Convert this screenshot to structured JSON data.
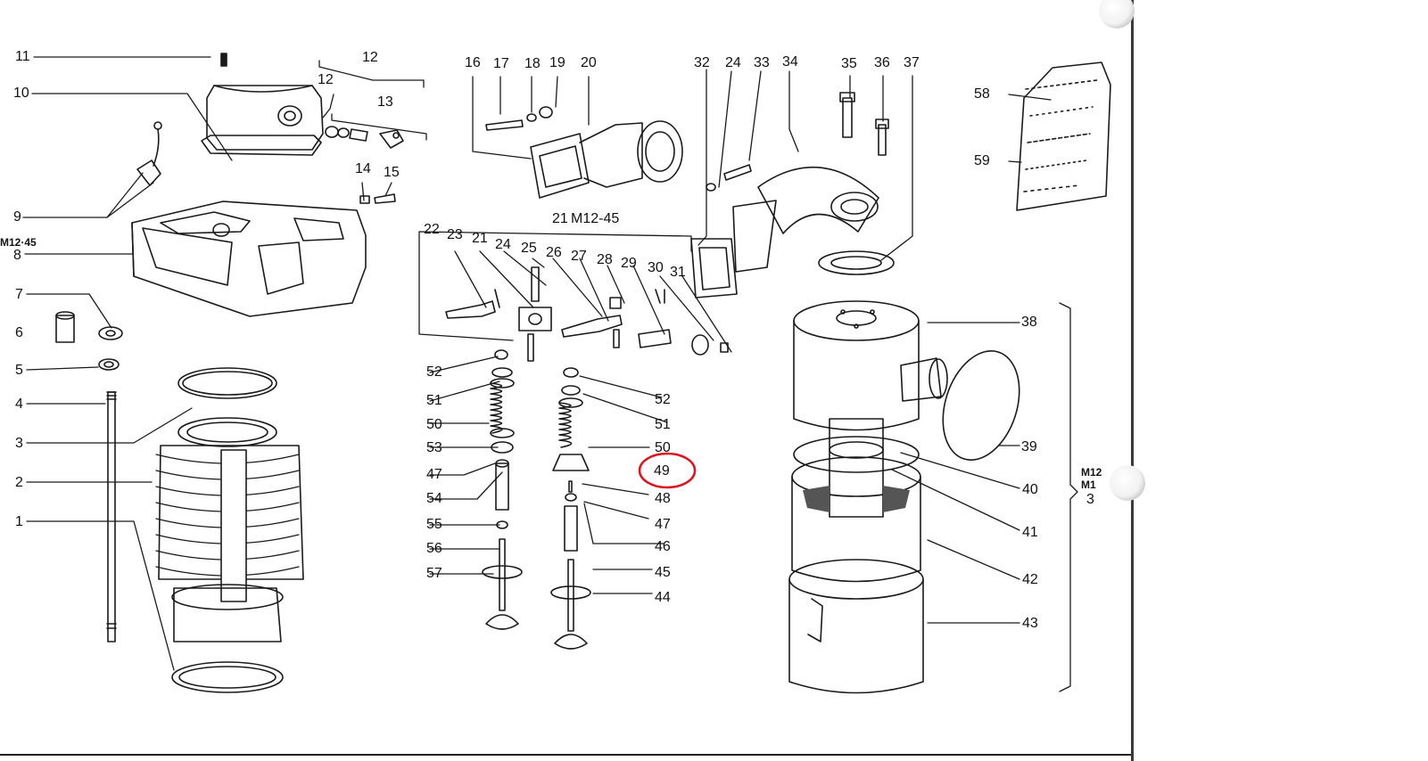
{
  "callouts": {
    "c1": "1",
    "c2": "2",
    "c3": "3",
    "c4": "4",
    "c5": "5",
    "c6": "6",
    "c7": "7",
    "c8": "8",
    "c9": "9",
    "c10": "10",
    "c11": "11",
    "c12a": "12",
    "c12b": "12",
    "c13": "13",
    "c14": "14",
    "c15": "15",
    "c16": "16",
    "c17": "17",
    "c18": "18",
    "c19": "19",
    "c20": "20",
    "c21a": "21",
    "c21b": "21",
    "c22": "22",
    "c23": "23",
    "c24a": "24",
    "c24b": "24",
    "c25": "25",
    "c26": "26",
    "c27": "27",
    "c28": "28",
    "c29": "29",
    "c30": "30",
    "c31": "31",
    "c32": "32",
    "c33": "33",
    "c34": "34",
    "c35": "35",
    "c36": "36",
    "c37": "37",
    "c38": "38",
    "c39": "39",
    "c40": "40",
    "c41": "41",
    "c42": "42",
    "c43": "43",
    "c44": "44",
    "c45": "45",
    "c46": "46",
    "c47a": "47",
    "c47b": "47",
    "c48": "48",
    "c49": "49",
    "c50a": "50",
    "c50b": "50",
    "c51a": "51",
    "c51b": "51",
    "c52a": "52",
    "c52b": "52",
    "c53": "53",
    "c54": "54",
    "c55": "55",
    "c56": "56",
    "c57": "57",
    "c58": "58",
    "c59": "59"
  },
  "model_labels": {
    "m1245_left": "M12·45",
    "m1245_center": "M12-45",
    "m12_right_a": "M12",
    "m12_right_b": "M1",
    "right_3": "3"
  },
  "highlight": {
    "target_callout": "49",
    "color": "#e0141e"
  }
}
